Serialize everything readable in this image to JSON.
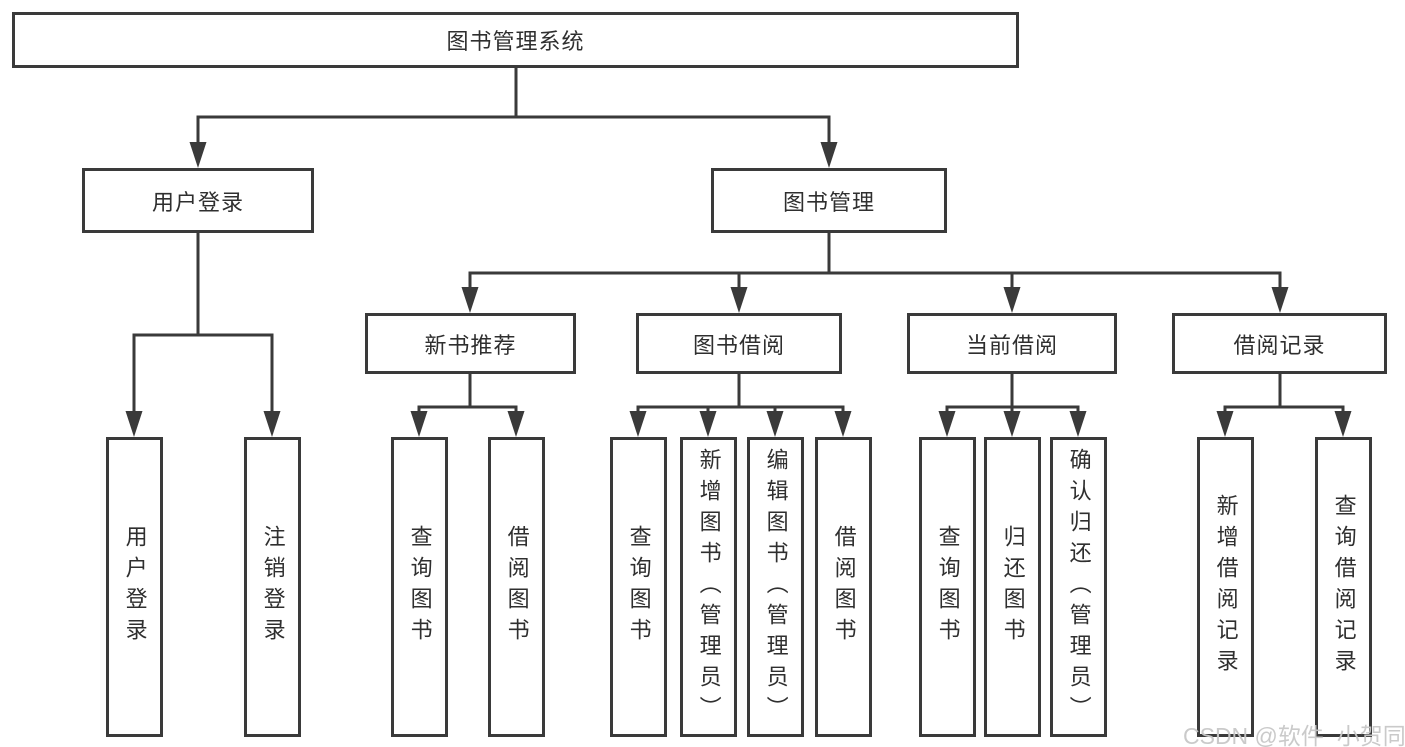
{
  "tree": {
    "root": {
      "label": "图书管理系统"
    },
    "level2": [
      {
        "label": "用户登录"
      },
      {
        "label": "图书管理"
      }
    ],
    "level3": [
      {
        "label": "新书推荐"
      },
      {
        "label": "图书借阅"
      },
      {
        "label": "当前借阅"
      },
      {
        "label": "借阅记录"
      }
    ],
    "leaves": {
      "user_login": [
        "用户登录",
        "注销登录"
      ],
      "new_book": [
        "查询图书",
        "借阅图书"
      ],
      "book_borrow": [
        "查询图书",
        "新增图书（管理员）",
        "编辑图书（管理员）",
        "借阅图书"
      ],
      "current_borrow": [
        "查询图书",
        "归还图书",
        "确认归还（管理员）"
      ],
      "borrow_record": [
        "新增借阅记录",
        "查询借阅记录"
      ]
    }
  },
  "watermark": {
    "text": "CSDN @软件_小贺同学"
  },
  "colors": {
    "line": "#3a3a3a",
    "text": "#2f2f2f",
    "box_background": "#ffffff",
    "watermark": "#c8c8c8"
  }
}
